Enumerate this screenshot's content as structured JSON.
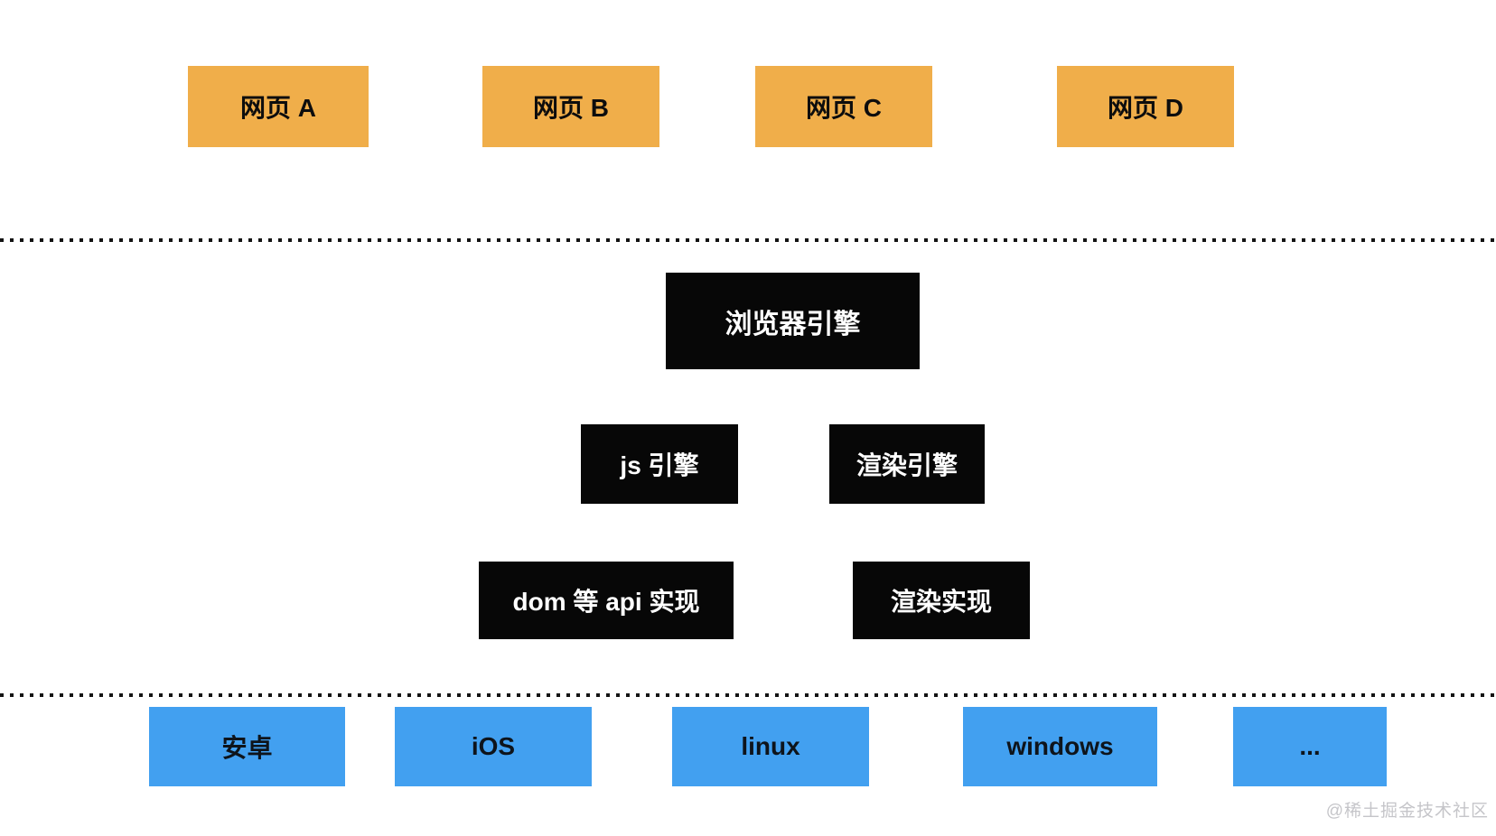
{
  "diagram": {
    "web_pages": [
      {
        "label": "网页 A"
      },
      {
        "label": "网页 B"
      },
      {
        "label": "网页 C"
      },
      {
        "label": "网页 D"
      }
    ],
    "browser_engine": {
      "label": "浏览器引擎"
    },
    "sub_engines": [
      {
        "label": "js 引擎"
      },
      {
        "label": "渲染引擎"
      }
    ],
    "implementations": [
      {
        "label": "dom 等 api 实现"
      },
      {
        "label": "渲染实现"
      }
    ],
    "platforms": [
      {
        "label": "安卓"
      },
      {
        "label": "iOS"
      },
      {
        "label": "linux"
      },
      {
        "label": "windows"
      },
      {
        "label": "..."
      }
    ],
    "watermark": "@稀土掘金技术社区"
  },
  "colors": {
    "web_page_box": "#f0ae4a",
    "engine_box": "#070707",
    "platform_box": "#42a0f0",
    "watermark_text": "#c5c5c9",
    "background": "#ffffff"
  }
}
